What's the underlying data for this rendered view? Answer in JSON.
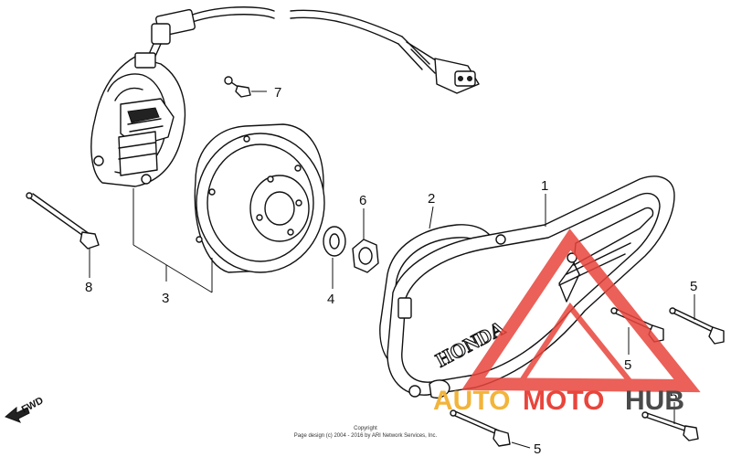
{
  "callouts": {
    "c1": "1",
    "c2": "2",
    "c3": "3",
    "c4": "4",
    "c5a": "5",
    "c5b": "5",
    "c5c": "5",
    "c5d": "5",
    "c6": "6",
    "c7": "7",
    "c8": "8"
  },
  "direction_label": "FWD",
  "cover_brand": "HONDA",
  "copyright": {
    "line1": "Copyright",
    "line2": "Page design (c) 2004 - 2016 by ARI Network Services, Inc."
  },
  "watermark": {
    "part1": "AUTO",
    "part2": "MOTO",
    "part3": "HUB",
    "colors": {
      "triangle": "#e8453c",
      "auto": "#f2b43a",
      "moto": "#e8453c",
      "hub": "#4a4a4a"
    }
  }
}
